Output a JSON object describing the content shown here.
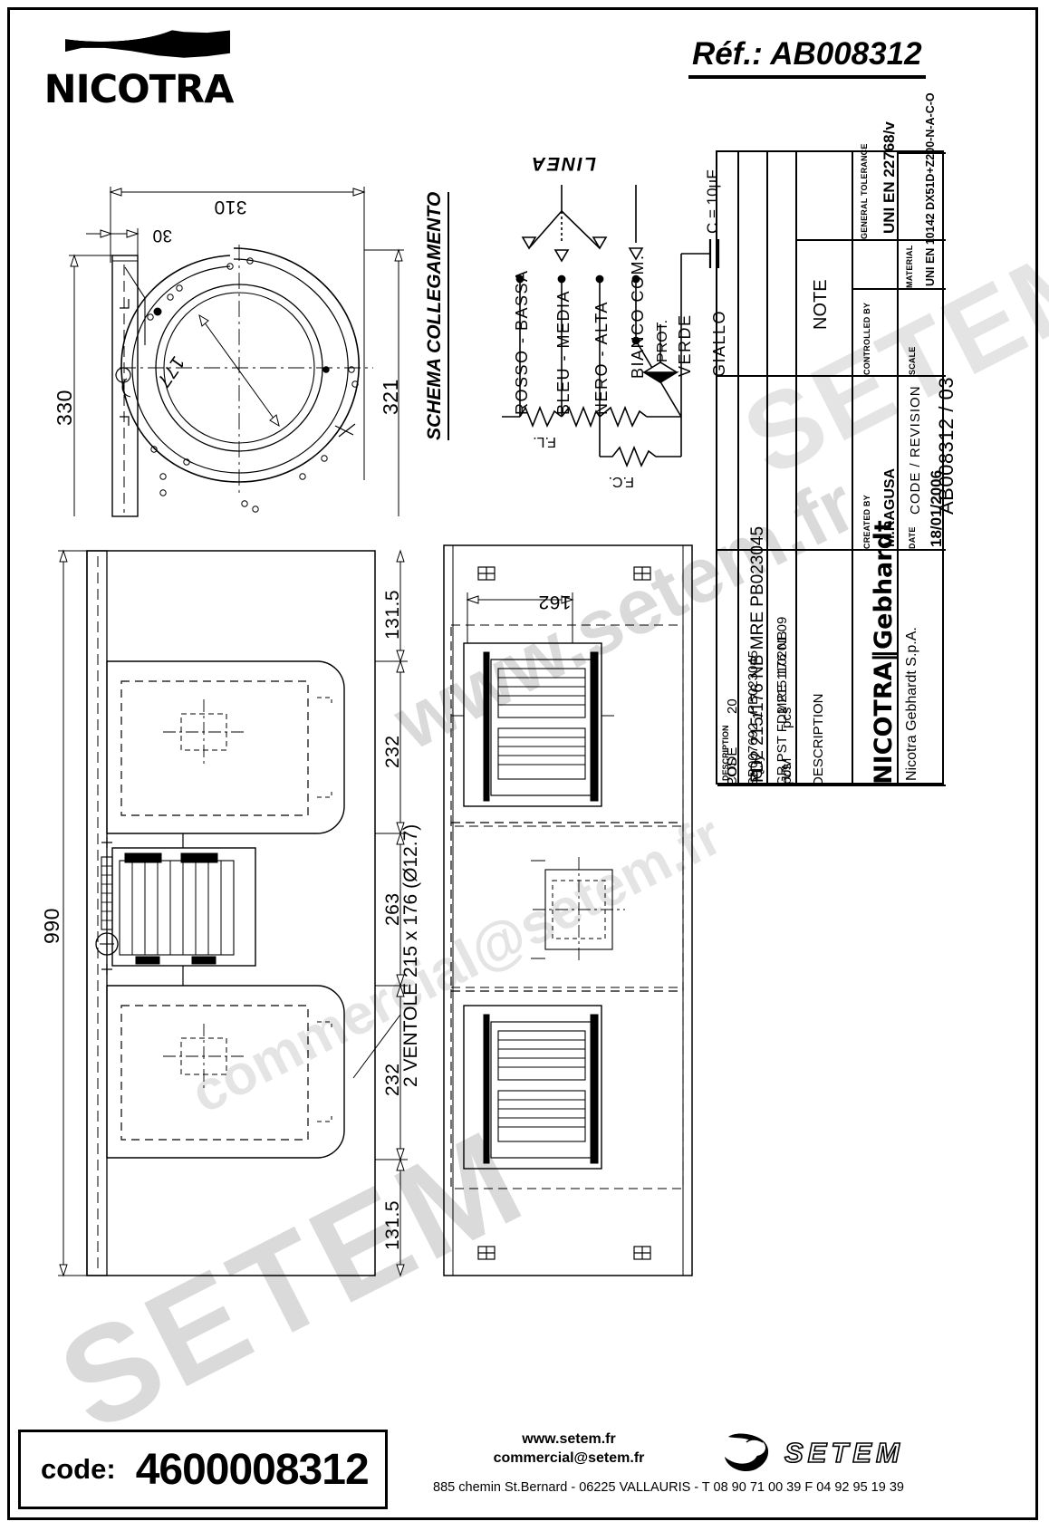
{
  "header": {
    "brand": "NICOTRA",
    "ref_label": "Réf.: AB008312"
  },
  "views": {
    "front": {
      "dims": [
        "310",
        "30",
        "330",
        "321",
        "177"
      ]
    },
    "plan": {
      "dims": [
        "990",
        "131.5",
        "232",
        "263",
        "232",
        "131.5",
        "162"
      ],
      "note": "2 VENTOLE 215 x 176 (Ø12.7)"
    }
  },
  "schema": {
    "title": "SCHEMA COLLEGAMENTO",
    "line_label": "LINEA",
    "capacitor": "C = 10µF",
    "wires": [
      "ROSSO - BASSA",
      "BLEU - MEDIA",
      "NERO - ALTA",
      "BIANCO COM.",
      "VERDE",
      "GIALLO"
    ],
    "prot_label": "PROT.",
    "fl_label": "F.L.",
    "fc_label": "F.C."
  },
  "titleblock": {
    "columns": [
      "POS",
      "CODE",
      "DESCRIPTION",
      "Q.ty",
      "UM"
    ],
    "rows": [
      {
        "pos": "20",
        "code": "PB023045",
        "description": "MRE 110201.09",
        "qty": "1",
        "um": "pcs"
      },
      {
        "pos": "10",
        "code": "SB007692",
        "description": "GR PST FD2 215 176 NB",
        "qty": "1",
        "um": "pcs"
      }
    ],
    "note_label": "NOTE",
    "company_brand": "NICOTRA||Gebhardt",
    "company_brand_1": "NICOTRA",
    "company_brand_2": "Gebhardt",
    "company_name": "Nicotra Gebhardt S.p.A.",
    "created_by_label": "CREATED BY",
    "created_by": "M.RAGUSA",
    "date_label": "DATE",
    "date": "18/01/2006",
    "controlled_by_label": "CONTROLLED BY",
    "controlled_by": "",
    "scale_label": "SCALE",
    "scale": "",
    "general_tolerance_label": "GENERAL TOLERANCE",
    "general_tolerance": "UNI EN 22768/v",
    "material_label": "MATERIAL",
    "material": "UNI EN 10142 DX51D+Z200-N-A-C-O",
    "code_revision_label": "CODE / REVISION",
    "code_revision": "AB008312 / 03",
    "description_label": "DESCRIPTION",
    "description_value": "FD2 215/176 NB MRE  PB023045"
  },
  "footer": {
    "code_label": "code:",
    "code_value": "4600008312",
    "website": "www.setem.fr",
    "email": "commercial@setem.fr",
    "address": "885 chemin St.Bernard  -  06225 VALLAURIS  -  T 08 90 71 00 39   F 04 92 95 19 39",
    "setem_brand": "SETEM"
  },
  "watermark": {
    "line1": "www.setem.fr",
    "line2": "SETEM",
    "line3": "commercial@setem.fr"
  }
}
